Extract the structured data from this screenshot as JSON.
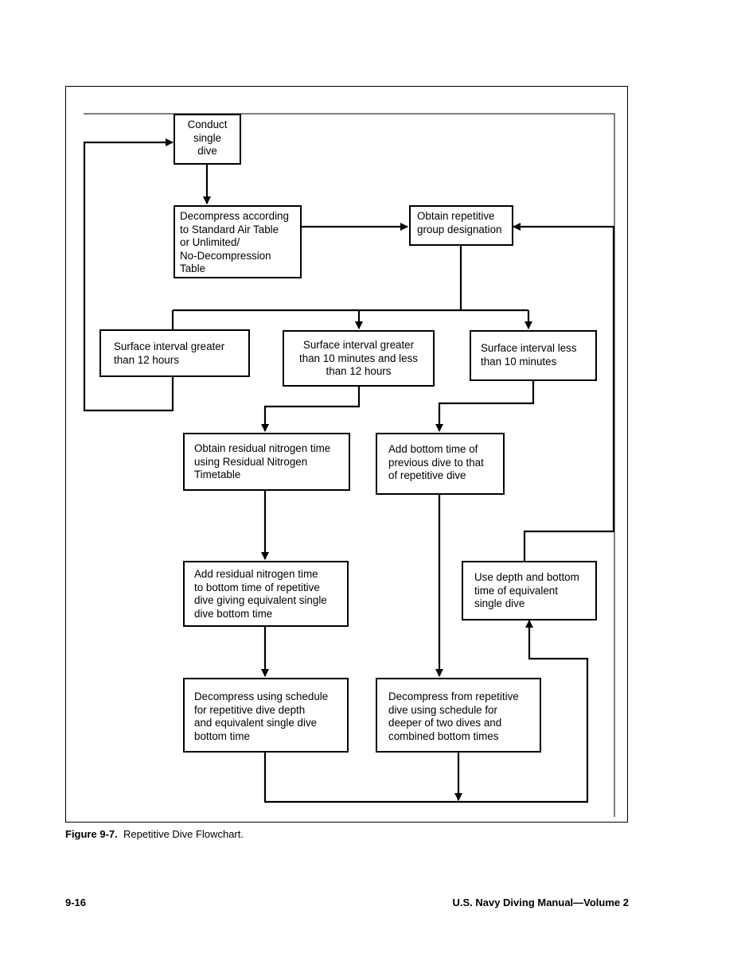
{
  "nodes": {
    "conduct_dive": "Conduct\nsingle\ndive",
    "decompress_standard": "Decompress according\nto Standard Air Table\nor Unlimited/\nNo-Decompression\nTable",
    "obtain_group": "Obtain repetitive\ngroup designation",
    "si_gt_12h": "Surface interval greater\nthan 12 hours",
    "si_10m_12h": "Surface interval greater\nthan 10 minutes and less\nthan 12 hours",
    "si_lt_10m": "Surface interval less\nthan 10 minutes",
    "obtain_rnt": "Obtain residual nitrogen time\nusing Residual Nitrogen\nTimetable",
    "add_bottom_time": "Add bottom time of\nprevious dive to that\nof repetitive dive",
    "add_rnt": "Add residual nitrogen time\nto bottom time of repetitive\ndive giving equivalent single\ndive bottom time",
    "use_depth": "Use depth and bottom\ntime of equivalent\nsingle dive",
    "decompress_schedule": "Decompress using schedule\nfor repetitive dive depth\nand equivalent single dive\nbottom time",
    "decompress_repetitive": "Decompress from repetitive\ndive using schedule for\ndeeper of two dives and\ncombined bottom times"
  },
  "caption": {
    "label": "Figure 9-7.",
    "text": "Repetitive Dive Flowchart."
  },
  "footer": {
    "page_number": "9-16",
    "manual_title": "U.S. Navy Diving Manual—Volume 2"
  }
}
